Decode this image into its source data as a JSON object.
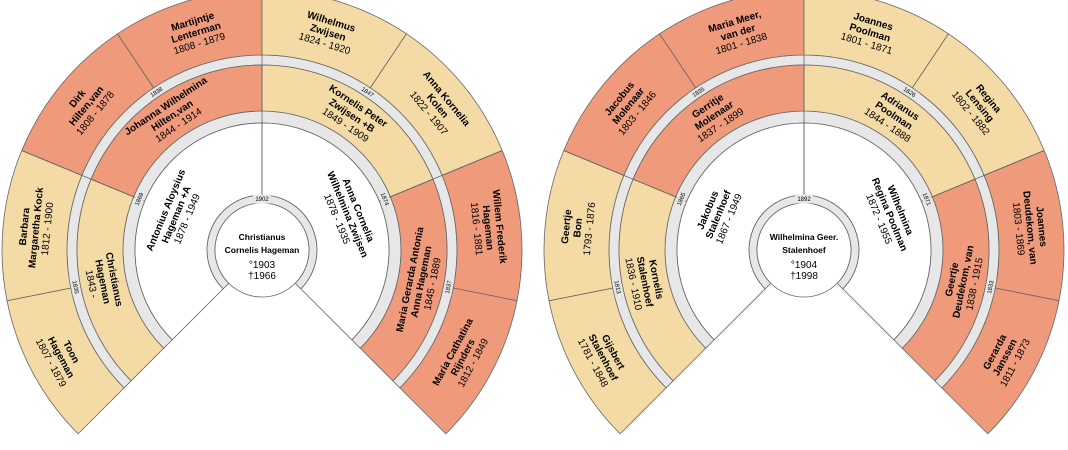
{
  "colors": {
    "male": "#F4DBA5",
    "female": "#F09A7C",
    "ring": "#E7E7E7",
    "stroke": "#666666",
    "background": "#FFFFFF"
  },
  "charts": [
    {
      "center": {
        "name_lines": [
          "Christianus",
          "Cornelis Hageman"
        ],
        "birth": "°1903",
        "death": "†1966"
      },
      "marriage_years": {
        "root": "1902",
        "father": "1869",
        "mother": "1874",
        "paternal_grandfather": "1835",
        "paternal_grandmother": "1838",
        "maternal_grandfather": "1847",
        "maternal_grandmother": "1837"
      },
      "ancestors": [
        {
          "id": "father",
          "gender": "male",
          "name_lines": [
            "Antonius Aloysius",
            "Hageman +A"
          ],
          "dates": "1878 - 1949"
        },
        {
          "id": "mother",
          "gender": "female",
          "name_lines": [
            "Anna Cornelia",
            "Wilhelmina Zwijsen"
          ],
          "dates": "1878 - 1935"
        },
        {
          "id": "paternal_grandfather",
          "gender": "male",
          "name_lines": [
            "Christianus",
            "Hageman"
          ],
          "dates": "1843 -"
        },
        {
          "id": "paternal_grandmother",
          "gender": "female",
          "name_lines": [
            "Johanna Wilhelmina",
            "Hilten,van"
          ],
          "dates": "1844 - 1914"
        },
        {
          "id": "maternal_grandfather",
          "gender": "male",
          "name_lines": [
            "Kornelis Peter",
            "Zwijsen +B"
          ],
          "dates": "1849 - 1909"
        },
        {
          "id": "maternal_grandmother",
          "gender": "female",
          "name_lines": [
            "Maria Gerarda Antonia",
            "Anna Hageman"
          ],
          "dates": "1845 - 1889"
        },
        {
          "id": "ggf1",
          "gender": "male",
          "name_lines": [
            "Toon",
            "Hageman"
          ],
          "dates": "1807 - 1879"
        },
        {
          "id": "ggm1",
          "gender": "male",
          "name_lines": [
            "Barbara",
            "Margaretha Kock"
          ],
          "dates": "1812 - 1900"
        },
        {
          "id": "ggf2",
          "gender": "female",
          "name_lines": [
            "Dirk",
            "Hilten,van"
          ],
          "dates": "1808 - 1878"
        },
        {
          "id": "ggm2",
          "gender": "female",
          "name_lines": [
            "Martijntje",
            "Lenterman"
          ],
          "dates": "1808 - 1879"
        },
        {
          "id": "ggf3",
          "gender": "male",
          "name_lines": [
            "Wilhelmus",
            "Zwijsen"
          ],
          "dates": "1824 - 1920"
        },
        {
          "id": "ggm3",
          "gender": "male",
          "name_lines": [
            "Anna Kornelia",
            "Kolen"
          ],
          "dates": "1822 - 1907"
        },
        {
          "id": "ggf4",
          "gender": "female",
          "name_lines": [
            "Willem Frederik",
            "Hageman"
          ],
          "dates": "1816 - 1881"
        },
        {
          "id": "ggm4",
          "gender": "female",
          "name_lines": [
            "Maria Cathatina",
            "Rijnders"
          ],
          "dates": "1812 - 1849"
        }
      ]
    },
    {
      "center": {
        "name_lines": [
          "Wilhelmina Geer.",
          "Stalenhoef"
        ],
        "birth": "°1904",
        "death": "†1998"
      },
      "marriage_years": {
        "root": "1892",
        "father": "1865",
        "mother": "1871",
        "paternal_grandfather": "1813",
        "paternal_grandmother": "1835",
        "maternal_grandfather": "1826",
        "maternal_grandmother": "1833"
      },
      "ancestors": [
        {
          "id": "father",
          "gender": "male",
          "name_lines": [
            "Jakobus",
            "Stalenhoef"
          ],
          "dates": "1867 - 1949"
        },
        {
          "id": "mother",
          "gender": "male",
          "name_lines": [
            "Wilhelmina",
            "Regina Poolman"
          ],
          "dates": "1872 - 1955"
        },
        {
          "id": "paternal_grandfather",
          "gender": "male",
          "name_lines": [
            "Kornelis",
            "Stalenhoef"
          ],
          "dates": "1836 - 1910"
        },
        {
          "id": "paternal_grandmother",
          "gender": "female",
          "name_lines": [
            "Gerritje",
            "Molenaar"
          ],
          "dates": "1837 - 1899"
        },
        {
          "id": "maternal_grandfather",
          "gender": "male",
          "name_lines": [
            "Adrianus",
            "Poolman"
          ],
          "dates": "1844 - 1888"
        },
        {
          "id": "maternal_grandmother",
          "gender": "female",
          "name_lines": [
            "Geertje",
            "Deudekom, van"
          ],
          "dates": "1838 - 1915"
        },
        {
          "id": "ggf1",
          "gender": "male",
          "name_lines": [
            "Gijsbert",
            "Stalenhoef"
          ],
          "dates": "1781 - 1848"
        },
        {
          "id": "ggm1",
          "gender": "male",
          "name_lines": [
            "Geertje",
            "Bon"
          ],
          "dates": "1793 - 1876"
        },
        {
          "id": "ggf2",
          "gender": "female",
          "name_lines": [
            "Jacobus",
            "Molenaar"
          ],
          "dates": "1803 - 1846"
        },
        {
          "id": "ggm2",
          "gender": "female",
          "name_lines": [
            "Maria Meer,",
            "van der"
          ],
          "dates": "1801 - 1838"
        },
        {
          "id": "ggf3",
          "gender": "male",
          "name_lines": [
            "Joannes",
            "Poolman"
          ],
          "dates": "1801 - 1871"
        },
        {
          "id": "ggm3",
          "gender": "male",
          "name_lines": [
            "Regina",
            "Lensing"
          ],
          "dates": "1802 - 1882"
        },
        {
          "id": "ggf4",
          "gender": "female",
          "name_lines": [
            "Joannes",
            "Deudekom, van"
          ],
          "dates": "1803 - 1869"
        },
        {
          "id": "ggm4",
          "gender": "female",
          "name_lines": [
            "Gerarda",
            "Janssen"
          ],
          "dates": "1811 - 1873"
        }
      ]
    }
  ]
}
